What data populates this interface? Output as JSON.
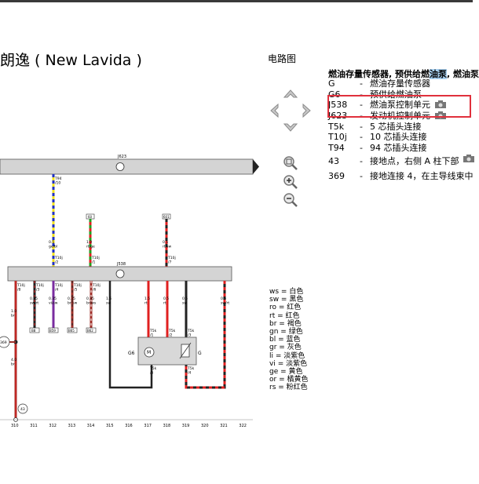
{
  "page": {
    "title": "朗逸 ( New Lavida )",
    "section_label": "电路图"
  },
  "legend": {
    "head_prefix": "燃油存量传感器, 预供给燃",
    "head_highlight": "油泵",
    "head_suffix": ", 燃油泵",
    "rows": [
      {
        "code": "G",
        "desc": "燃油存量传感器",
        "camera": false
      },
      {
        "code": "G6",
        "desc": "预供给燃油泵",
        "camera": false
      },
      {
        "code": "J538",
        "desc": "燃油泵控制单元",
        "camera": true
      },
      {
        "code": "J623",
        "desc": "发动机控制单元",
        "camera": true
      },
      {
        "code": "T5k",
        "desc": "5 芯插头连接",
        "camera": false
      },
      {
        "code": "T10j",
        "desc": "10 芯插头连接",
        "camera": false
      },
      {
        "code": "T94",
        "desc": "94 芯插头连接",
        "camera": false
      },
      {
        "code": "43",
        "desc": "接地点，右侧 A 柱下部",
        "camera": true
      },
      {
        "code": "369",
        "desc": "接地连接 4，在主导线束中",
        "camera": false
      }
    ]
  },
  "diagram": {
    "top_unit": "J623",
    "mid_unit": "J538",
    "pump_label": "G6",
    "sensor_label": "G",
    "ground_label": "43",
    "ground_conn_label": "369",
    "connector_top_wire": "T94\n/10",
    "wire_top_label": "0.5\nge/bl",
    "wire_top_pin": "T10j\n/2",
    "wire_rtge_box": "60",
    "wire_rtge_label": "1.0\nrt/ge",
    "wire_rtge_pin": "T10j\n/1",
    "wire_rtsw_box": "601",
    "wire_rtsw_label": "0.5\nrt/sw",
    "wire_rtsw_pin": "T10j\n/7",
    "left_pins": [
      "T10j\n/8",
      "T10j\n/3",
      "T10j\n/4",
      "T10j\n/5",
      "T10j\n/6"
    ],
    "left_wire_labels": [
      "0.35\nsw/rt",
      "0.35\nvi/sw",
      "0.35\nbr/sw",
      "0.35\nbr/ws"
    ],
    "left_wire_boxes": [
      "B8",
      "B59",
      "B65",
      "B62"
    ],
    "br_wire_label": "1.0\nbr",
    "br_wire_label2": "4.0\nbr",
    "sw_wire_label": "1.5\nsw",
    "rt_wire1_label": "1.5\nrt",
    "rt_wire2_label": "0.5\nrt",
    "sw_wire2_label": "0.5\nsw",
    "swrt_wire_label": "0.5\nsw/rt",
    "t5k_pins": [
      "T5k\n/1",
      "T5k\n/2",
      "T5k\n/3"
    ],
    "t5k_bottom_pins": [
      "T5k\n/5",
      "T5k\n/4"
    ],
    "column_numbers": [
      "310",
      "311",
      "312",
      "313",
      "314",
      "315",
      "316",
      "317",
      "318",
      "319",
      "320",
      "321",
      "322"
    ]
  },
  "color_key": [
    {
      "code": "ws",
      "name": "白色"
    },
    {
      "code": "sw",
      "name": "黑色"
    },
    {
      "code": "ro",
      "name": "红色"
    },
    {
      "code": "rt",
      "name": "红色"
    },
    {
      "code": "br",
      "name": "褐色"
    },
    {
      "code": "gn",
      "name": "绿色"
    },
    {
      "code": "bl",
      "name": "蓝色"
    },
    {
      "code": "gr",
      "name": "灰色"
    },
    {
      "code": "li",
      "name": "淡紫色"
    },
    {
      "code": "vi",
      "name": "淡紫色"
    },
    {
      "code": "ge",
      "name": "黄色"
    },
    {
      "code": "or",
      "name": "橘黄色"
    },
    {
      "code": "rs",
      "name": "粉红色"
    }
  ],
  "icons": {
    "nav": [
      "arrow-up-icon",
      "arrow-left-icon",
      "arrow-right-icon",
      "arrow-down-icon"
    ],
    "zoom": [
      "zoom-fit-icon",
      "zoom-in-icon",
      "zoom-out-icon"
    ],
    "camera": "camera-icon"
  },
  "colors": {
    "highlight_box": "#e0303c",
    "selection": "#a8d0f0",
    "wire_red": "#e02020",
    "wire_brown": "#a0302a",
    "wire_yellow": "#f0e020",
    "wire_blue": "#2030c0",
    "wire_green": "#20a020",
    "wire_violet": "#7a2ca0"
  }
}
